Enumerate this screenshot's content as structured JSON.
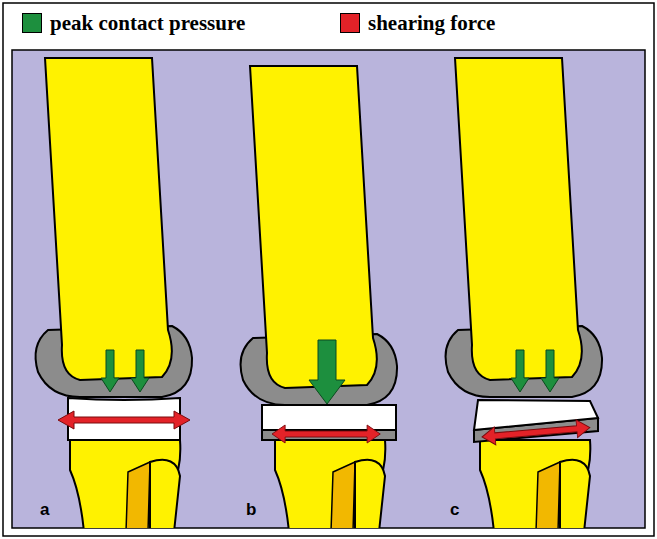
{
  "diagram": {
    "labels": [
      "a",
      "b",
      "c"
    ],
    "legend": [
      {
        "text": "peak contact pressure",
        "color": "#1d8f3e"
      },
      {
        "text": "shearing force",
        "color": "#e32228"
      }
    ]
  }
}
